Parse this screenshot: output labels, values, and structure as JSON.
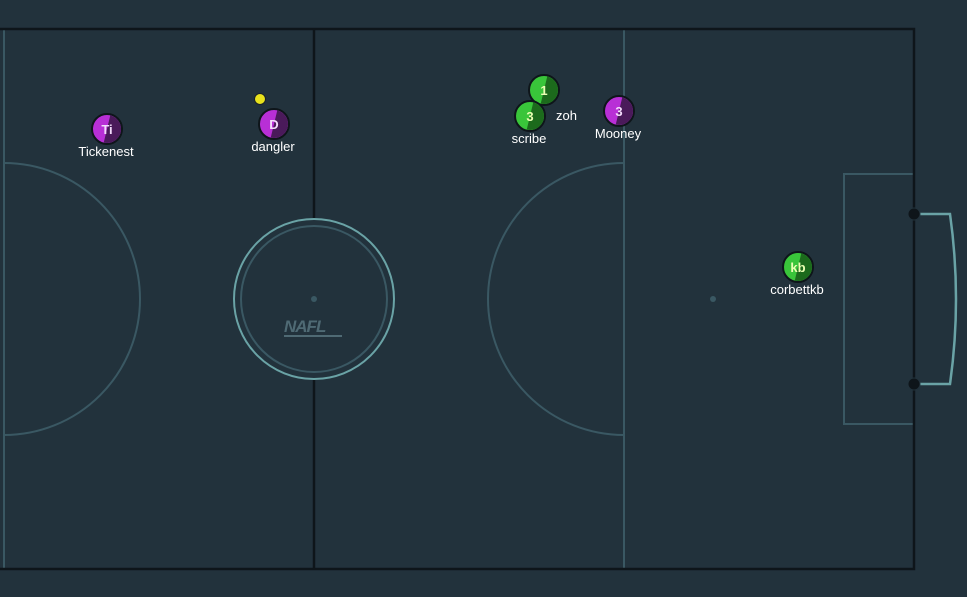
{
  "pitch": {
    "background": "#22323c",
    "line_color": "#0e151a",
    "marking_color": "#3a5863",
    "goal_color": "#6aa3a6"
  },
  "watermark": {
    "text": "NAFL"
  },
  "ball": {
    "color": "#e8e21c"
  },
  "players": [
    {
      "id": "tickenest",
      "name": "Tickenest",
      "glyph": "Ti",
      "team": "purple"
    },
    {
      "id": "dangler",
      "name": "dangler",
      "glyph": "D",
      "team": "purple"
    },
    {
      "id": "zoh",
      "name": "zoh",
      "glyph": "1",
      "team": "green"
    },
    {
      "id": "scribe",
      "name": "scribe",
      "glyph": "3",
      "team": "green"
    },
    {
      "id": "mooney",
      "name": "Mooney",
      "glyph": "3",
      "team": "purple"
    },
    {
      "id": "corbettkb",
      "name": "corbettkb",
      "glyph": "kb",
      "team": "green"
    }
  ],
  "team_colors": {
    "purple": "#b82fd6",
    "green": "#39c53a"
  }
}
